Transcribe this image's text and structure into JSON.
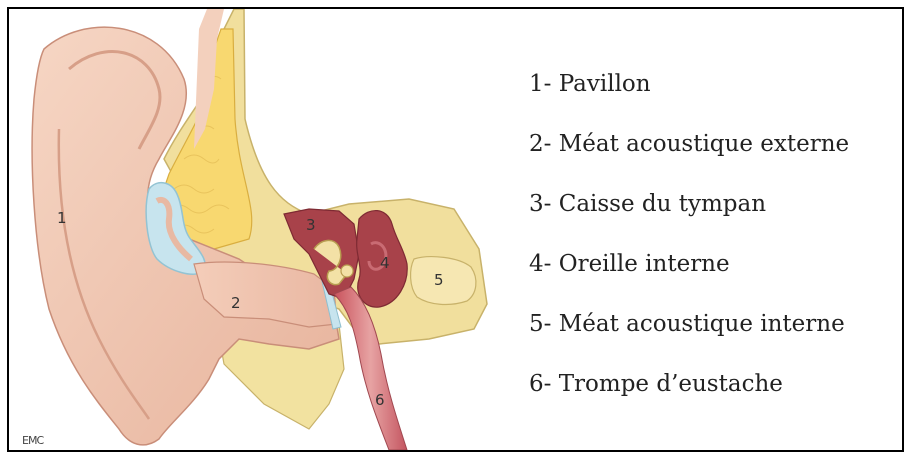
{
  "legend": [
    {
      "num": "1",
      "text": "1- Pavillon"
    },
    {
      "num": "2",
      "text": "2- Méat acoustique externe"
    },
    {
      "num": "3",
      "text": "3- Caisse du tympan"
    },
    {
      "num": "4",
      "text": "4- Oreille interne"
    },
    {
      "num": "5",
      "text": "5- Méat acoustique interne"
    },
    {
      "num": "6",
      "text": "6- Trompe d’eustache"
    }
  ],
  "logo": "EMC",
  "colors": {
    "skin": "#f1c9b5",
    "skin_shadow": "#e2ac95",
    "bone": "#f2e2a0",
    "fat": "#f6d77a",
    "cavity": "#a8424a",
    "cartilage": "#c7e4ee"
  }
}
